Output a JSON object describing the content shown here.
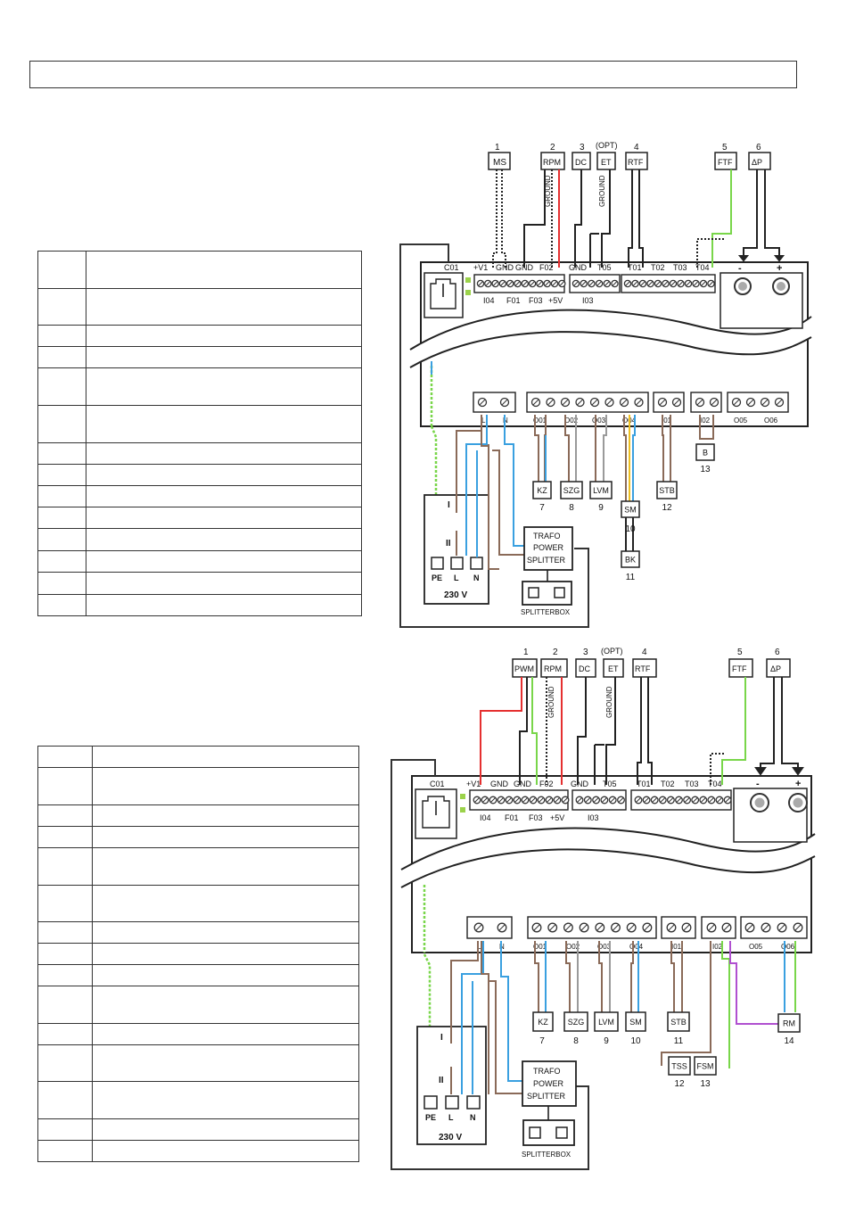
{
  "legend_tables": {
    "top_row_heights": [
      42,
      41,
      24,
      24,
      42,
      42,
      24,
      24,
      24,
      24,
      25,
      24,
      25,
      24
    ],
    "bottom_row_heights": [
      24,
      42,
      24,
      24,
      42,
      41,
      24,
      24,
      24,
      42,
      24,
      41,
      42,
      24,
      24
    ]
  },
  "diagram1": {
    "sensors": [
      {
        "num": "1",
        "label": "MS"
      },
      {
        "num": "2",
        "label": "RPM"
      },
      {
        "num": "3",
        "label": "DC"
      },
      {
        "num": "(OPT)",
        "label": "ET"
      },
      {
        "num": "4",
        "label": "RTF"
      },
      {
        "num": "5",
        "label": "FTF"
      },
      {
        "num": "6",
        "label": "ΔP"
      }
    ],
    "ground": "GROUND",
    "board": {
      "top_labels": [
        "C01",
        "+V1",
        "GND",
        "GND",
        "F02",
        "GND",
        "T05",
        "T01",
        "T02",
        "T03",
        "T04",
        "-",
        "+"
      ],
      "top_sub_labels": [
        "I04",
        "F01",
        "F03",
        "+5V",
        "I03"
      ],
      "bottom_labels": [
        "L",
        "N",
        "O01",
        "O02",
        "O03",
        "O04",
        "I01",
        "I02",
        "O05",
        "O06"
      ]
    },
    "outputs": [
      {
        "label": "KZ",
        "num": "7"
      },
      {
        "label": "SZG",
        "num": "8"
      },
      {
        "label": "LVM",
        "num": "9"
      },
      {
        "label": "SM",
        "num": "10"
      },
      {
        "label": "BK",
        "num": "11"
      },
      {
        "label": "STB",
        "num": "12"
      },
      {
        "label": "B",
        "num": "13"
      }
    ],
    "mains": {
      "i": "I",
      "ii": "II",
      "pe": "PE",
      "l": "L",
      "n": "N",
      "voltage": "230 V"
    },
    "trafo": [
      "TRAFO",
      "POWER",
      "SPLITTER"
    ],
    "splitterbox": "SPLITTERBOX"
  },
  "diagram2": {
    "sensors": [
      {
        "num": "1",
        "label": "PWM"
      },
      {
        "num": "2",
        "label": "RPM"
      },
      {
        "num": "3",
        "label": "DC"
      },
      {
        "num": "(OPT)",
        "label": "ET"
      },
      {
        "num": "4",
        "label": "RTF"
      },
      {
        "num": "5",
        "label": "FTF"
      },
      {
        "num": "6",
        "label": "ΔP"
      }
    ],
    "ground": "GROUND",
    "board": {
      "top_labels": [
        "C01",
        "+V1",
        "GND",
        "GND",
        "F02",
        "GND",
        "T05",
        "T01",
        "T02",
        "T03",
        "T04",
        "-",
        "+"
      ],
      "top_sub_labels": [
        "I04",
        "F01",
        "F03",
        "+5V",
        "I03"
      ],
      "bottom_labels": [
        "L",
        "N",
        "O01",
        "O02",
        "O03",
        "O04",
        "I01",
        "I02",
        "O05",
        "O06"
      ]
    },
    "outputs": [
      {
        "label": "KZ",
        "num": "7"
      },
      {
        "label": "SZG",
        "num": "8"
      },
      {
        "label": "LVM",
        "num": "9"
      },
      {
        "label": "SM",
        "num": "10"
      },
      {
        "label": "STB",
        "num": "11"
      },
      {
        "label": "TSS",
        "num": "12"
      },
      {
        "label": "FSM",
        "num": "13"
      },
      {
        "label": "RM",
        "num": "14"
      }
    ],
    "mains": {
      "i": "I",
      "ii": "II",
      "pe": "PE",
      "l": "L",
      "n": "N",
      "voltage": "230 V"
    },
    "trafo": [
      "TRAFO",
      "POWER",
      "SPLITTER"
    ],
    "splitterbox": "SPLITTERBOX"
  },
  "colors": {
    "red": "#e53030",
    "green": "#79d64a",
    "green_dark": "#5fb83a",
    "brown": "#8a6a58",
    "blue": "#3aa0e0",
    "grey": "#9a9a9a",
    "yellow": "#f0c020",
    "purple": "#b050d0",
    "black": "#222222"
  }
}
